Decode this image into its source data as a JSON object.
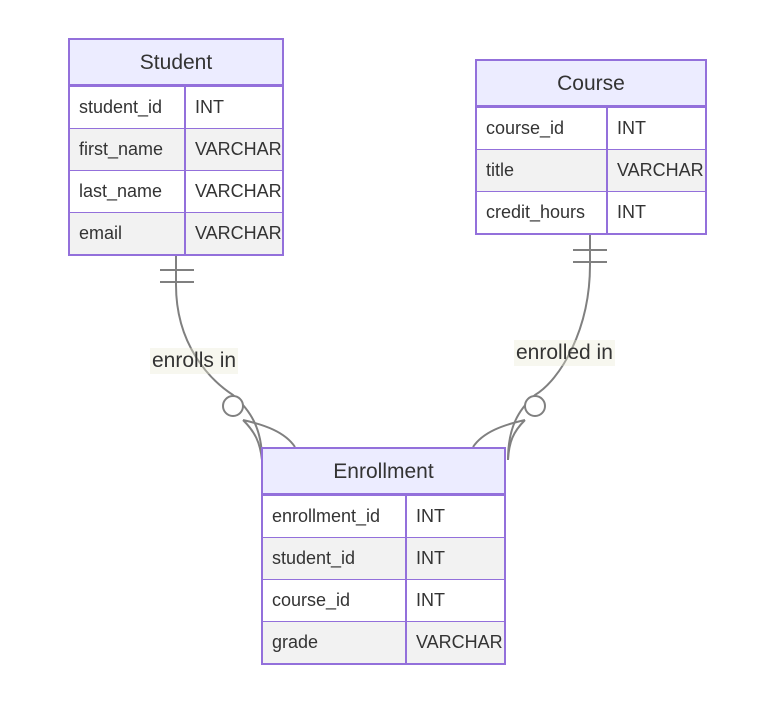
{
  "colors": {
    "border": "#9370db",
    "header_fill": "#ececff",
    "row_odd_fill": "#f2f2f2",
    "row_even_fill": "#ffffff",
    "line": "#808080",
    "label_bg": "#e8e8d2",
    "text": "#333333"
  },
  "entities": {
    "student": {
      "title": "Student",
      "attributes": [
        {
          "name": "student_id",
          "type": "INT"
        },
        {
          "name": "first_name",
          "type": "VARCHAR"
        },
        {
          "name": "last_name",
          "type": "VARCHAR"
        },
        {
          "name": "email",
          "type": "VARCHAR"
        }
      ]
    },
    "course": {
      "title": "Course",
      "attributes": [
        {
          "name": "course_id",
          "type": "INT"
        },
        {
          "name": "title",
          "type": "VARCHAR"
        },
        {
          "name": "credit_hours",
          "type": "INT"
        }
      ]
    },
    "enrollment": {
      "title": "Enrollment",
      "attributes": [
        {
          "name": "enrollment_id",
          "type": "INT"
        },
        {
          "name": "student_id",
          "type": "INT"
        },
        {
          "name": "course_id",
          "type": "INT"
        },
        {
          "name": "grade",
          "type": "VARCHAR"
        }
      ]
    }
  },
  "relationships": [
    {
      "from": "Student",
      "to": "Enrollment",
      "label": "enrolls in",
      "from_cardinality": "exactly one",
      "to_cardinality": "zero or many"
    },
    {
      "from": "Course",
      "to": "Enrollment",
      "label": "enrolled in",
      "from_cardinality": "exactly one",
      "to_cardinality": "zero or many"
    }
  ]
}
